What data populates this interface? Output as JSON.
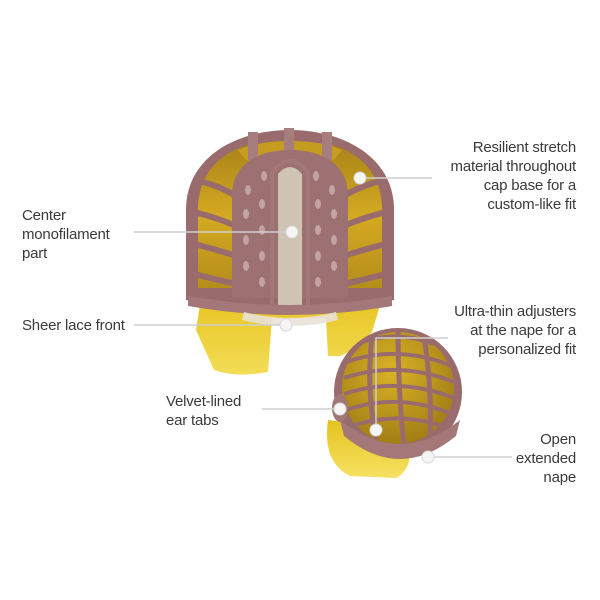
{
  "callouts": {
    "stretch": "Resilient stretch\nmaterial throughout\ncap base for a\ncustom-like fit",
    "mono_part": "Center\nmonofilament\npart",
    "lace_front": "Sheer lace front",
    "adjusters": "Ultra-thin adjusters\nat the nape for a\npersonalized fit",
    "ear_tabs": "Velvet-lined\near tabs",
    "nape": "Open\nextended\nnape"
  },
  "colors": {
    "cap_mauve": "#9a6b6c",
    "hair_gold": "#c9a01c",
    "hair_yellow": "#e8c825",
    "mono_panel": "#cfc3b4",
    "leader_line": "#cfcfcf",
    "text": "#3a3a3a"
  }
}
